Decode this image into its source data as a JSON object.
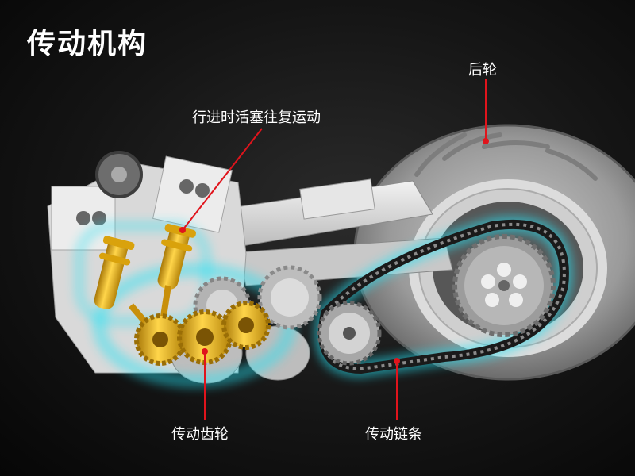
{
  "title": "传动机构",
  "callouts": {
    "rear_wheel": "后轮",
    "piston": "行进时活塞往复运动",
    "gears": "传动齿轮",
    "chain": "传动链条"
  },
  "colors": {
    "leader_line": "#e0141c",
    "glow": "#27e3f5",
    "gold": "#e8b10f",
    "text": "#ffffff"
  }
}
